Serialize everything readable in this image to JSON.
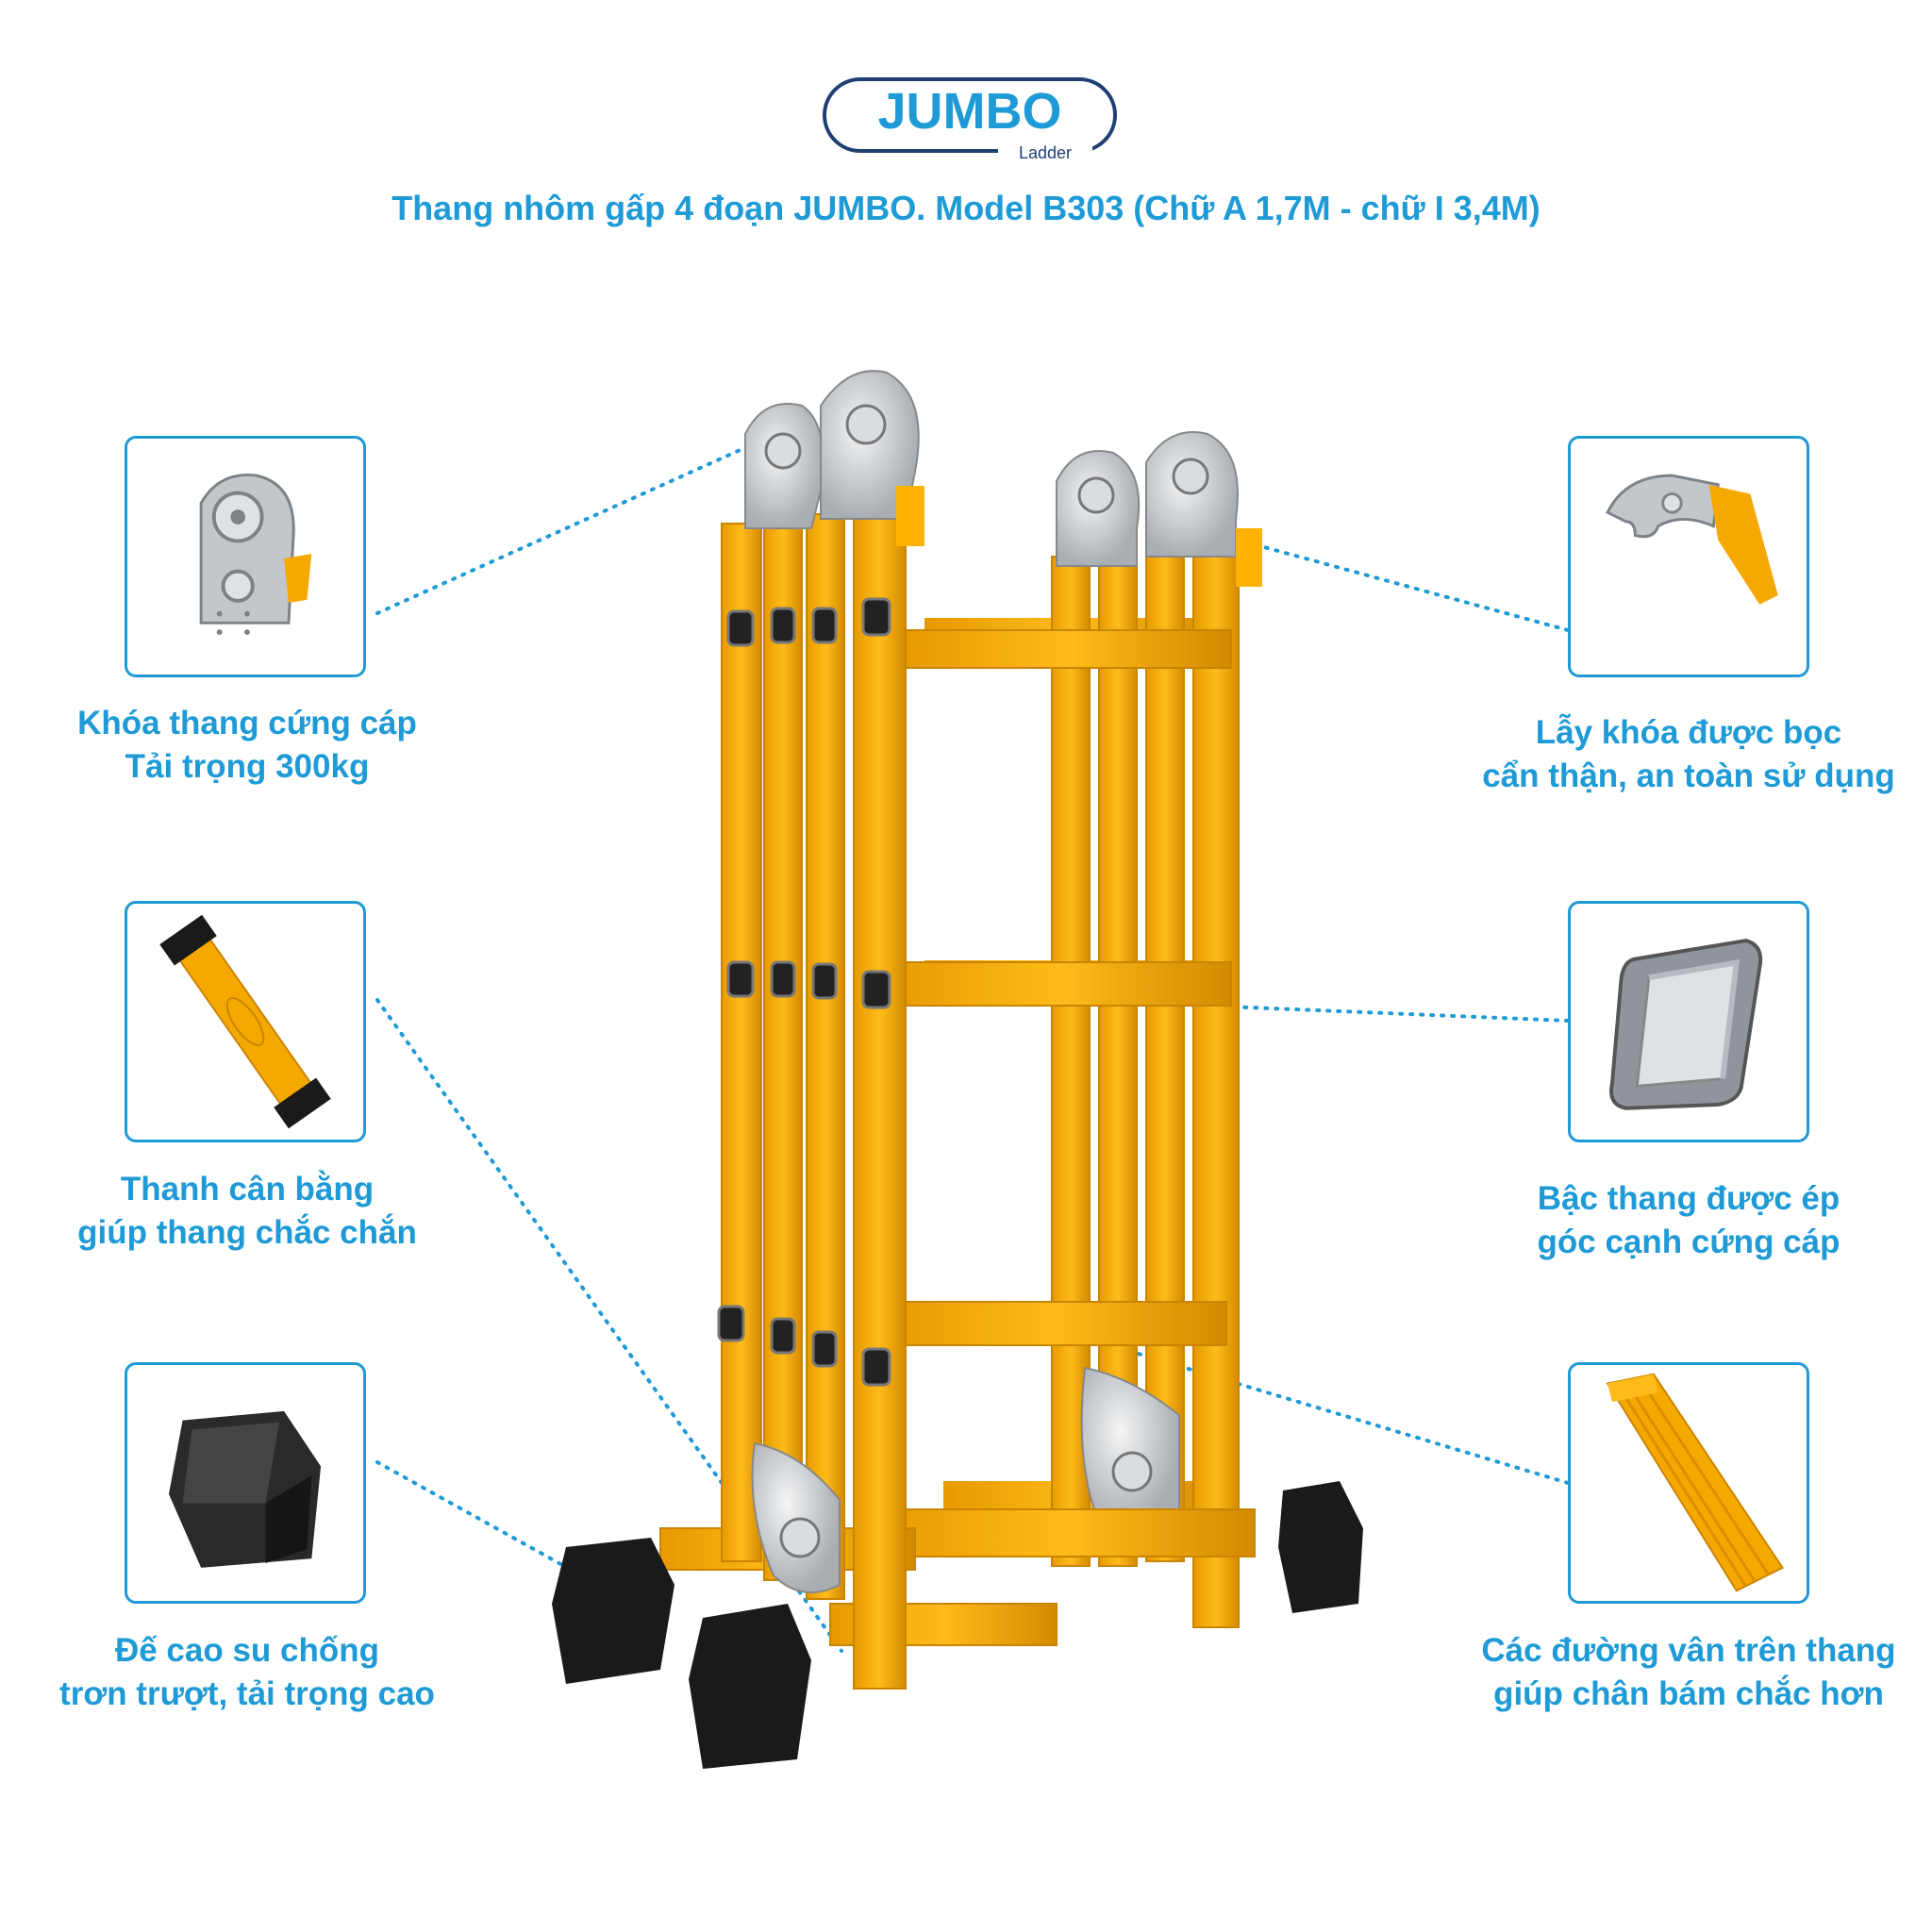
{
  "logo": {
    "brand": "JUMBO",
    "sub": "Ladder"
  },
  "title": "Thang nhôm gấp 4 đoạn JUMBO. Model B303 (Chữ A 1,7M - chữ I 3,4M)",
  "features": [
    {
      "id": "lock",
      "icon": "hinge-lock-icon",
      "lines": [
        "Khóa thang cứng cáp",
        "Tải trọng 300kg"
      ]
    },
    {
      "id": "bar",
      "icon": "stabilizer-bar-icon",
      "lines": [
        "Thanh cân bằng",
        "giúp thang chắc chắn"
      ]
    },
    {
      "id": "foot",
      "icon": "rubber-foot-icon",
      "lines": [
        "Đế cao su chống",
        "trơn trượt, tải trọng cao"
      ]
    },
    {
      "id": "latch",
      "icon": "lock-latch-icon",
      "lines": [
        "Lẫy khóa được bọc",
        "cẩn thận, an toàn sử dụng"
      ]
    },
    {
      "id": "rung",
      "icon": "rung-profile-icon",
      "lines": [
        "Bậc thang được ép",
        "góc cạnh cứng cáp"
      ]
    },
    {
      "id": "grip",
      "icon": "textured-step-icon",
      "lines": [
        "Các đường vân trên thang",
        "giúp chân bám chắc hơn"
      ]
    }
  ],
  "colors": {
    "accent": "#1e9ad6",
    "ladder": "#f5a800",
    "ladder_dark": "#d98e00",
    "rubber": "#1a1a1a",
    "metal": "#c9ced3"
  }
}
